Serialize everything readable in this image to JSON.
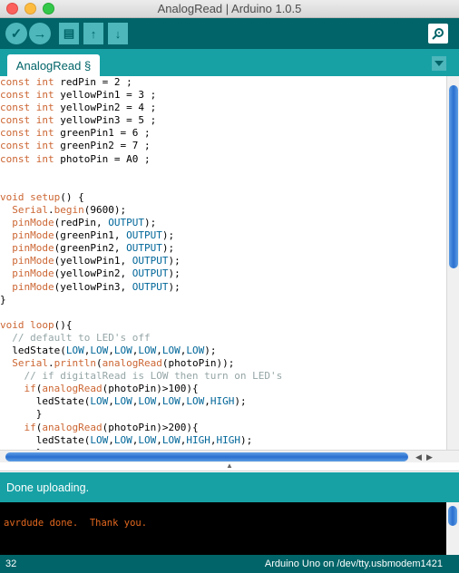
{
  "window": {
    "title": "AnalogRead | Arduino 1.0.5"
  },
  "toolbar": {
    "buttons": [
      {
        "name": "verify-button",
        "icon": "check-icon",
        "glyph": "✓"
      },
      {
        "name": "upload-button",
        "icon": "arrow-right-icon",
        "glyph": "→"
      },
      {
        "name": "new-button",
        "icon": "document-icon",
        "glyph": "▤"
      },
      {
        "name": "open-button",
        "icon": "arrow-up-icon",
        "glyph": "↑"
      },
      {
        "name": "save-button",
        "icon": "arrow-down-icon",
        "glyph": "↓"
      }
    ],
    "serial_monitor_icon": "magnifier-icon"
  },
  "tabs": [
    {
      "label": "AnalogRead §"
    }
  ],
  "code_lines": [
    [
      [
        "kw",
        "const "
      ],
      [
        "kw",
        "int"
      ],
      [
        "t",
        " redPin = 2 ;"
      ]
    ],
    [
      [
        "kw",
        "const "
      ],
      [
        "kw",
        "int"
      ],
      [
        "t",
        " yellowPin1 = 3 ;"
      ]
    ],
    [
      [
        "kw",
        "const "
      ],
      [
        "kw",
        "int"
      ],
      [
        "t",
        " yellowPin2 = 4 ;"
      ]
    ],
    [
      [
        "kw",
        "const "
      ],
      [
        "kw",
        "int"
      ],
      [
        "t",
        " yellowPin3 = 5 ;"
      ]
    ],
    [
      [
        "kw",
        "const "
      ],
      [
        "kw",
        "int"
      ],
      [
        "t",
        " greenPin1 = 6 ;"
      ]
    ],
    [
      [
        "kw",
        "const "
      ],
      [
        "kw",
        "int"
      ],
      [
        "t",
        " greenPin2 = 7 ;"
      ]
    ],
    [
      [
        "kw",
        "const "
      ],
      [
        "kw",
        "int"
      ],
      [
        "t",
        " photoPin = A0 ;"
      ]
    ],
    [
      [
        "t",
        ""
      ]
    ],
    [
      [
        "t",
        ""
      ]
    ],
    [
      [
        "kw",
        "void"
      ],
      [
        "t",
        " "
      ],
      [
        "fn",
        "setup"
      ],
      [
        "t",
        "() {"
      ]
    ],
    [
      [
        "t",
        "  "
      ],
      [
        "fn",
        "Serial"
      ],
      [
        "t",
        "."
      ],
      [
        "fn",
        "begin"
      ],
      [
        "t",
        "(9600);"
      ]
    ],
    [
      [
        "t",
        "  "
      ],
      [
        "fn",
        "pinMode"
      ],
      [
        "t",
        "(redPin, "
      ],
      [
        "const",
        "OUTPUT"
      ],
      [
        "t",
        ");"
      ]
    ],
    [
      [
        "t",
        "  "
      ],
      [
        "fn",
        "pinMode"
      ],
      [
        "t",
        "(greenPin1, "
      ],
      [
        "const",
        "OUTPUT"
      ],
      [
        "t",
        ");"
      ]
    ],
    [
      [
        "t",
        "  "
      ],
      [
        "fn",
        "pinMode"
      ],
      [
        "t",
        "(greenPin2, "
      ],
      [
        "const",
        "OUTPUT"
      ],
      [
        "t",
        ");"
      ]
    ],
    [
      [
        "t",
        "  "
      ],
      [
        "fn",
        "pinMode"
      ],
      [
        "t",
        "(yellowPin1, "
      ],
      [
        "const",
        "OUTPUT"
      ],
      [
        "t",
        ");"
      ]
    ],
    [
      [
        "t",
        "  "
      ],
      [
        "fn",
        "pinMode"
      ],
      [
        "t",
        "(yellowPin2, "
      ],
      [
        "const",
        "OUTPUT"
      ],
      [
        "t",
        ");"
      ]
    ],
    [
      [
        "t",
        "  "
      ],
      [
        "fn",
        "pinMode"
      ],
      [
        "t",
        "(yellowPin3, "
      ],
      [
        "const",
        "OUTPUT"
      ],
      [
        "t",
        ");"
      ]
    ],
    [
      [
        "t",
        "}"
      ]
    ],
    [
      [
        "t",
        ""
      ]
    ],
    [
      [
        "kw",
        "void"
      ],
      [
        "t",
        " "
      ],
      [
        "fn",
        "loop"
      ],
      [
        "t",
        "(){"
      ]
    ],
    [
      [
        "t",
        "  "
      ],
      [
        "cm",
        "// default to LED's off"
      ]
    ],
    [
      [
        "t",
        "  ledState("
      ],
      [
        "const",
        "LOW"
      ],
      [
        "t",
        ","
      ],
      [
        "const",
        "LOW"
      ],
      [
        "t",
        ","
      ],
      [
        "const",
        "LOW"
      ],
      [
        "t",
        ","
      ],
      [
        "const",
        "LOW"
      ],
      [
        "t",
        ","
      ],
      [
        "const",
        "LOW"
      ],
      [
        "t",
        ","
      ],
      [
        "const",
        "LOW"
      ],
      [
        "t",
        ");"
      ]
    ],
    [
      [
        "t",
        "  "
      ],
      [
        "fn",
        "Serial"
      ],
      [
        "t",
        "."
      ],
      [
        "fn",
        "println"
      ],
      [
        "t",
        "("
      ],
      [
        "fn",
        "analogRead"
      ],
      [
        "t",
        "(photoPin));"
      ]
    ],
    [
      [
        "t",
        "    "
      ],
      [
        "cm",
        "// if digitalRead is LOW then turn on LED's"
      ]
    ],
    [
      [
        "t",
        "    "
      ],
      [
        "kw",
        "if"
      ],
      [
        "t",
        "("
      ],
      [
        "fn",
        "analogRead"
      ],
      [
        "t",
        "(photoPin)>100){"
      ]
    ],
    [
      [
        "t",
        "      ledState("
      ],
      [
        "const",
        "LOW"
      ],
      [
        "t",
        ","
      ],
      [
        "const",
        "LOW"
      ],
      [
        "t",
        ","
      ],
      [
        "const",
        "LOW"
      ],
      [
        "t",
        ","
      ],
      [
        "const",
        "LOW"
      ],
      [
        "t",
        ","
      ],
      [
        "const",
        "LOW"
      ],
      [
        "t",
        ","
      ],
      [
        "const",
        "HIGH"
      ],
      [
        "t",
        ");"
      ]
    ],
    [
      [
        "t",
        "      }"
      ]
    ],
    [
      [
        "t",
        "    "
      ],
      [
        "kw",
        "if"
      ],
      [
        "t",
        "("
      ],
      [
        "fn",
        "analogRead"
      ],
      [
        "t",
        "(photoPin)>200){"
      ]
    ],
    [
      [
        "t",
        "      ledState("
      ],
      [
        "const",
        "LOW"
      ],
      [
        "t",
        ","
      ],
      [
        "const",
        "LOW"
      ],
      [
        "t",
        ","
      ],
      [
        "const",
        "LOW"
      ],
      [
        "t",
        ","
      ],
      [
        "const",
        "LOW"
      ],
      [
        "t",
        ","
      ],
      [
        "const",
        "HIGH"
      ],
      [
        "t",
        ","
      ],
      [
        "const",
        "HIGH"
      ],
      [
        "t",
        ");"
      ]
    ],
    [
      [
        "t",
        "      }"
      ]
    ]
  ],
  "status": {
    "message": "Done uploading."
  },
  "console": {
    "output": "avrdude done.  Thank you."
  },
  "footer": {
    "line_number": "32",
    "board": "Arduino Uno on /dev/tty.usbmodem1421"
  },
  "colors": {
    "toolbar": "#006468",
    "tab_strip": "#17a1a5",
    "keyword": "#cc6633",
    "constant": "#006699",
    "comment": "#95a5a6",
    "console_text": "#e3681f"
  }
}
